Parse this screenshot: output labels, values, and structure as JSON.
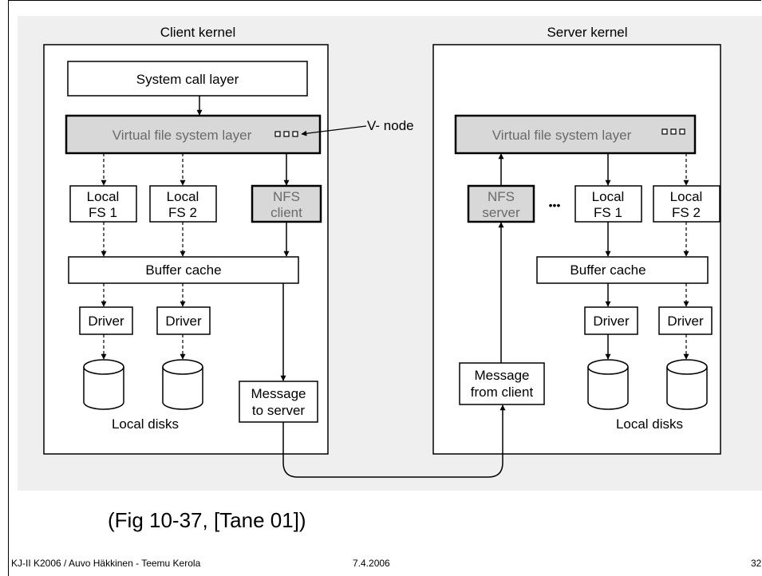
{
  "client": {
    "title": "Client kernel",
    "system_call_layer": "System call layer",
    "vfs_layer": "Virtual file system layer",
    "vnode_label": "V- node",
    "local_fs1": [
      "Local",
      "FS 1"
    ],
    "local_fs2": [
      "Local",
      "FS 2"
    ],
    "nfs_client": [
      "NFS",
      "client"
    ],
    "buffer_cache": "Buffer cache",
    "driver1": "Driver",
    "driver2": "Driver",
    "message": [
      "Message",
      "to server"
    ],
    "local_disks": "Local disks"
  },
  "server": {
    "title": "Server kernel",
    "vfs_layer": "Virtual file system layer",
    "nfs_server": [
      "NFS",
      "server"
    ],
    "ellipsis": "•••",
    "local_fs1": [
      "Local",
      "FS 1"
    ],
    "local_fs2": [
      "Local",
      "FS 2"
    ],
    "buffer_cache": "Buffer cache",
    "driver1": "Driver",
    "driver2": "Driver",
    "message": [
      "Message",
      "from client"
    ],
    "local_disks": "Local disks"
  },
  "caption": "(Fig 10-37, [Tane 01])",
  "footer": {
    "left": "KJ-II K2006 / Auvo Häkkinen - Teemu Kerola",
    "date": "7.4.2006",
    "page": "32"
  }
}
